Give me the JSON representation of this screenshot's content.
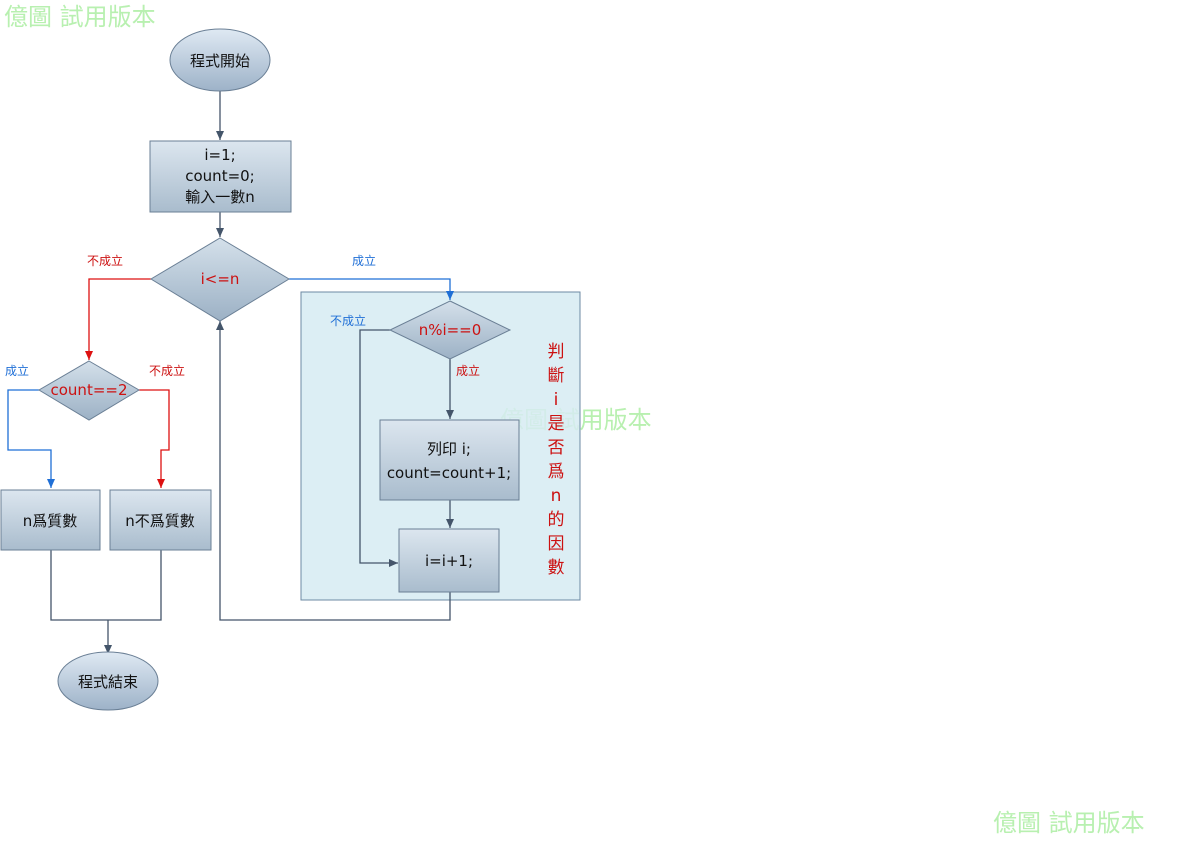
{
  "colors": {
    "accent": "#cc1111",
    "branch_blue": "#1f6fd6",
    "line": "#44556a"
  },
  "watermark": {
    "text": "億圖 試用版本"
  },
  "nodes": {
    "start": {
      "text": "程式開始"
    },
    "init": {
      "lines": [
        "i=1;",
        "count=0;",
        "輸入一數n"
      ]
    },
    "cond_loop": {
      "text": "i<=n"
    },
    "cond_mod": {
      "text": "n%i==0"
    },
    "print": {
      "lines": [
        "列印 i;",
        "count=count+1;"
      ]
    },
    "increment": {
      "text": "i=i+1;"
    },
    "cond_count": {
      "text": "count==2"
    },
    "prime": {
      "text": "n爲質數"
    },
    "not_prime": {
      "text": "n不爲質數"
    },
    "end": {
      "text": "程式結束"
    }
  },
  "labels": {
    "loop_true": "成立",
    "loop_false": "不成立",
    "mod_true": "成立",
    "mod_false": "不成立",
    "count_true": "成立",
    "count_false": "不成立"
  },
  "group": {
    "caption": [
      "判",
      "斷",
      "i",
      "是",
      "否",
      "爲",
      "n",
      "的",
      "因",
      "數"
    ]
  }
}
